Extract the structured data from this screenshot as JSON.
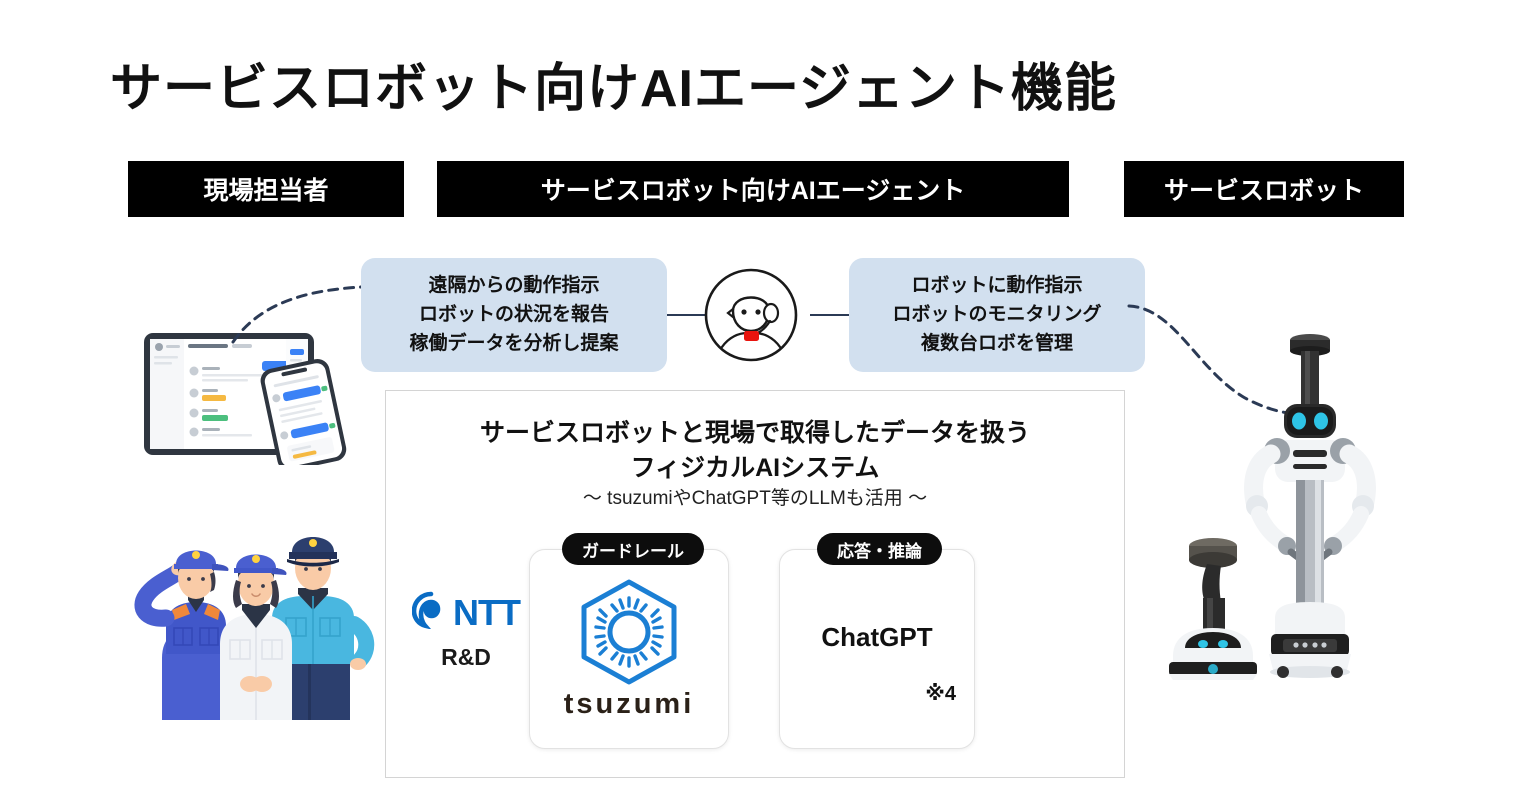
{
  "page": {
    "title": "サービスロボット向けAIエージェント機能",
    "background_color": "#ffffff"
  },
  "colors": {
    "header_bar": "#000000",
    "callout_blue": "#d2e0ef",
    "connector_navy": "#2b3a55",
    "ntt_blue": "#0a6cc4",
    "tsuzumi_blue": "#1b7fd4",
    "robot_eye_cyan": "#2ec4e6",
    "panel_border": "#d4d4d4",
    "pill_black": "#0d0d0d"
  },
  "columns": {
    "worker": {
      "label": "現場担当者"
    },
    "agent": {
      "label": "サービスロボット向けAIエージェント"
    },
    "robot": {
      "label": "サービスロボット"
    }
  },
  "callouts": {
    "left": {
      "lines": [
        "遠隔からの動作指示",
        "ロボットの状況を報告",
        "稼働データを分析し提案"
      ]
    },
    "right": {
      "lines": [
        "ロボットに動作指示",
        "ロボットのモニタリング",
        "複数台ロボを管理"
      ]
    }
  },
  "avatar": {
    "icon": "operator-headset-avatar-icon"
  },
  "system_panel": {
    "title_line1": "サービスロボットと現場で取得したデータを扱う",
    "title_line2": "フィジカルAIシステム",
    "subtitle": "～ tsuzumiやChatGPT等のLLMも活用 ～",
    "vendor": {
      "logo_icon": "ntt-logo-icon",
      "wordmark": "NTT",
      "sublabel": "R&D"
    },
    "cards": [
      {
        "pill_label": "ガードレール",
        "logo_icon": "tsuzumi-hexagon-logo-icon",
        "product_name": "tsuzumi",
        "footnote": ""
      },
      {
        "pill_label": "応答・推論",
        "logo_icon": "",
        "product_name": "ChatGPT",
        "footnote": "※4"
      }
    ]
  },
  "illustrations": {
    "devices": {
      "icon": "tablet-and-smartphone-chat-illustration"
    },
    "workers": {
      "icon": "three-field-workers-illustration"
    },
    "robots": {
      "icon": "two-service-robots-illustration"
    }
  },
  "connectors": {
    "left_dashed": "dashed-curve-devices-to-callout",
    "right_dashed": "dashed-curve-callout-to-robots",
    "left_solid": "solid-line-callout-to-avatar",
    "right_solid": "solid-line-avatar-to-callout"
  }
}
